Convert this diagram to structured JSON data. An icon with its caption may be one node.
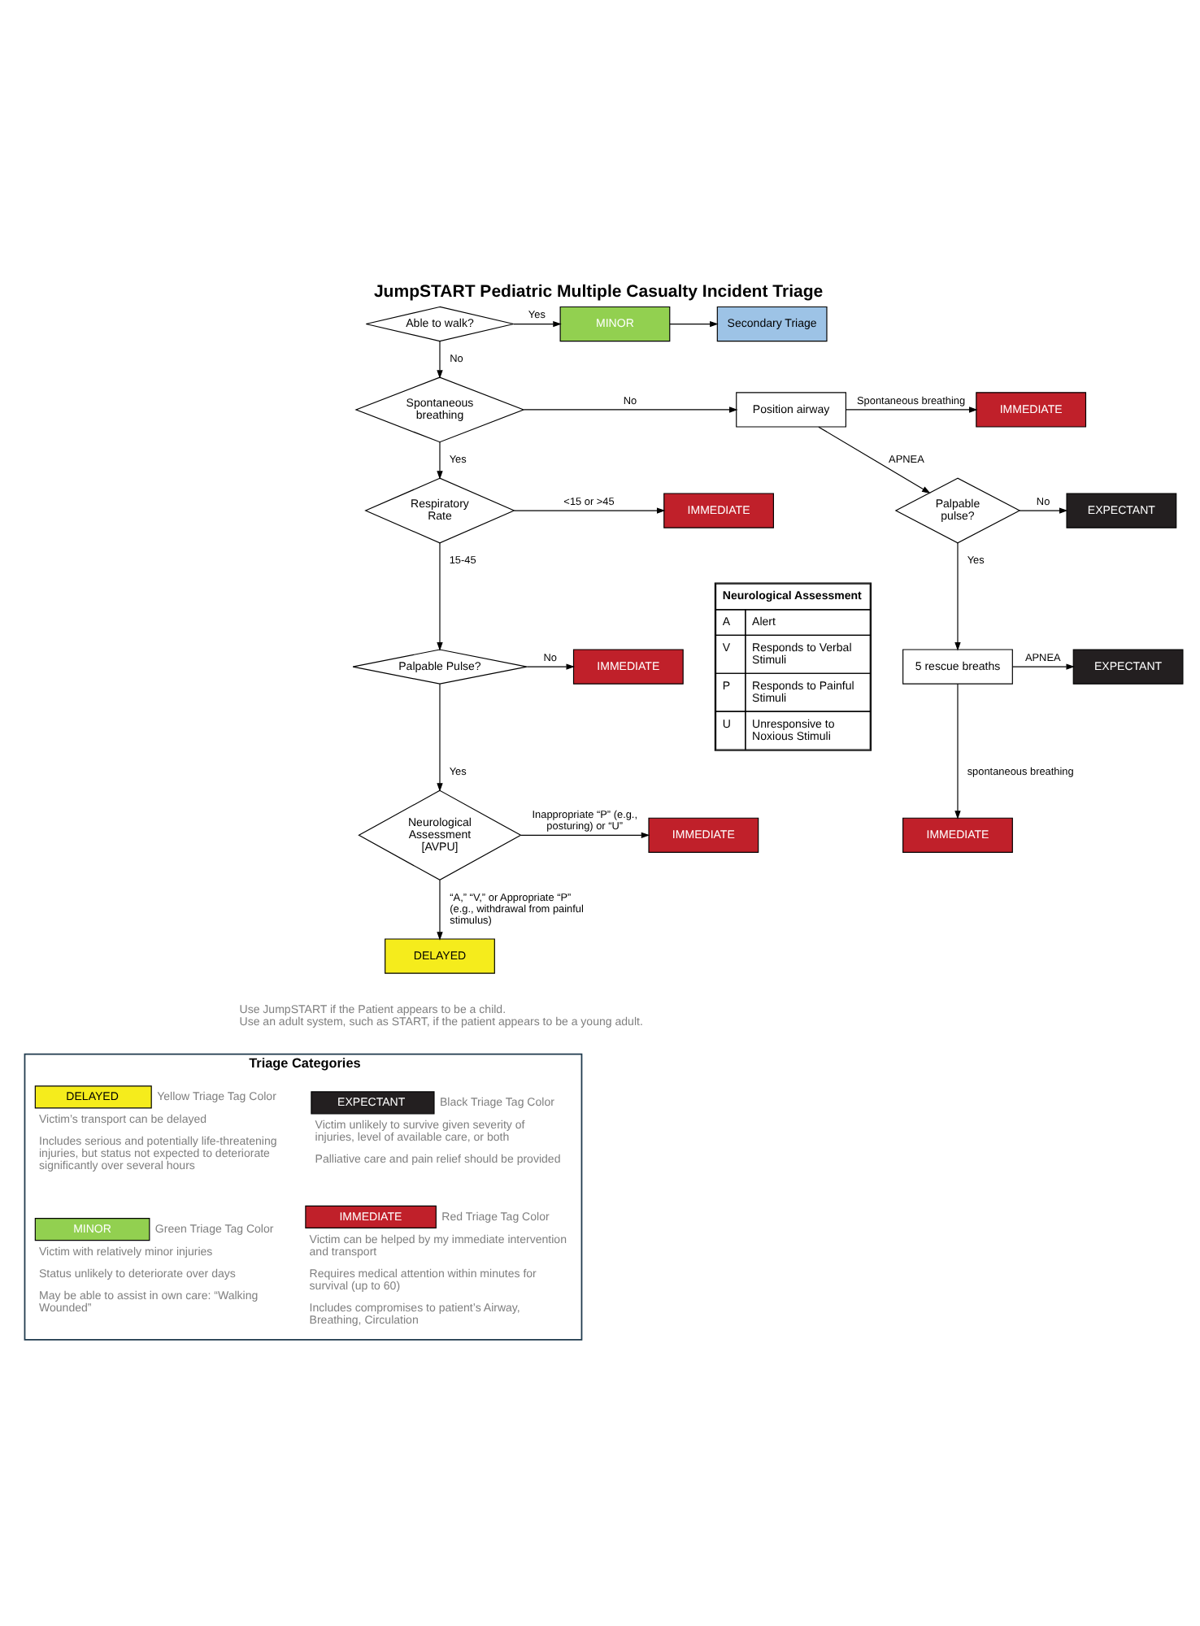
{
  "diagram": {
    "title": "JumpSTART Pediatric Multiple Casualty Incident Triage",
    "nodes": [
      {
        "text": [
          "Able to walk?"
        ]
      },
      {
        "text": [
          "MINOR"
        ]
      },
      {
        "text": [
          "Secondary Triage"
        ]
      },
      {
        "text": [
          "Spontaneous breathing"
        ]
      },
      {
        "text": [
          "Position airway"
        ]
      },
      {
        "text": [
          "IMMEDIATE"
        ]
      },
      {
        "text": [
          "Palpable pulse?"
        ]
      },
      {
        "text": [
          "EXPECTANT"
        ]
      },
      {
        "text": [
          "5 rescue breaths"
        ]
      },
      {
        "text": [
          "EXPECTANT"
        ]
      },
      {
        "text": [
          "IMMEDIATE"
        ]
      },
      {
        "text": [
          "Respiratory Rate"
        ]
      },
      {
        "text": [
          "IMMEDIATE"
        ]
      },
      {
        "text": [
          "Palpable Pulse?"
        ]
      },
      {
        "text": [
          "IMMEDIATE"
        ]
      },
      {
        "text": [
          "Neurological Assessment [AVPU]"
        ]
      },
      {
        "text": [
          "IMMEDIATE"
        ]
      },
      {
        "text": [
          "DELAYED"
        ]
      },
      {
        "text": [
          "Triage Categories"
        ]
      },
      {
        "text": [
          "EXPECTANT"
        ],
        "in": 18,
        "beside": [
          "Black Triage Tag Color",
          "Victim unlikely to survive given severity of injuries, level of available care, or both",
          "Palliative care and pain relief should be provided"
        ]
      },
      {
        "text": [
          "DELAYED"
        ],
        "in": 18,
        "beside": [
          "Yellow Triage Tag Color",
          "Victim’s transport can be delayed",
          "Includes serious and potentially life-threatening injuries, but status not expected to deteriorate significantly over several hours"
        ]
      },
      {
        "text": [
          "IMMEDIATE"
        ],
        "in": 18,
        "beside": [
          "Red Triage Tag Color",
          "Victim can be helped by my immediate intervention and transport",
          "Requires medical attention within minutes for survival (up to 60)",
          "Includes compromises to patient’s Airway, Breathing, Circulation"
        ]
      },
      {
        "text": [
          "MINOR"
        ],
        "in": 18,
        "beside": [
          "Green Triage Tag Color",
          "Victim with relatively minor injuries",
          "Status unlikely to deteriorate over days",
          "May be able to assist in own care: “Walking Wounded”"
        ]
      }
    ],
    "edges": [
      {
        "from": 0,
        "to": 1,
        "arrow": "to",
        "label": "Yes"
      },
      {
        "from": 1,
        "to": 2,
        "arrow": "to"
      },
      {
        "from": 0,
        "to": 3,
        "arrow": "to",
        "label": "No"
      },
      {
        "from": 3,
        "to": 4,
        "arrow": "to",
        "label": "No"
      },
      {
        "from": 4,
        "to": 5,
        "arrow": "to",
        "label": "Spontaneous breathing"
      },
      {
        "from": 4,
        "to": 6,
        "arrow": "to",
        "label": "APNEA"
      },
      {
        "from": 6,
        "to": 7,
        "arrow": "to",
        "label": "No"
      },
      {
        "from": 6,
        "to": 8,
        "arrow": "to",
        "label": "Yes"
      },
      {
        "from": 8,
        "to": 9,
        "arrow": "to",
        "label": "APNEA"
      },
      {
        "from": 8,
        "to": 10,
        "arrow": "to",
        "label": "spontaneous breathing"
      },
      {
        "from": 3,
        "to": 11,
        "arrow": "to",
        "label": "Yes"
      },
      {
        "from": 11,
        "to": 12,
        "arrow": "to",
        "label": "<15 or >45"
      },
      {
        "from": 11,
        "to": 13,
        "arrow": "to",
        "label": "15-45"
      },
      {
        "from": 13,
        "to": 14,
        "arrow": "to",
        "label": "No"
      },
      {
        "from": 13,
        "to": 15,
        "arrow": "to",
        "label": "Yes"
      },
      {
        "from": 15,
        "to": 16,
        "arrow": "to",
        "label": "Inappropriate “P” (e.g., posturing) or “U”"
      },
      {
        "from": 15,
        "to": 17,
        "arrow": "to",
        "label": "“A,” “V,” or Appropriate “P” (e.g., withdrawal from painful stimulus)"
      }
    ],
    "labels": [
      "Neurological Assessment",
      "A",
      "Alert",
      "V",
      "Responds to Verbal Stimuli",
      "P",
      "Responds to Painful Stimuli",
      "U",
      "Unresponsive to Noxious Stimuli",
      "Use JumpSTART if the Patient appears to be a child.",
      "Use an adult system, such as START, if the patient appears to be a young adult."
    ]
  }
}
